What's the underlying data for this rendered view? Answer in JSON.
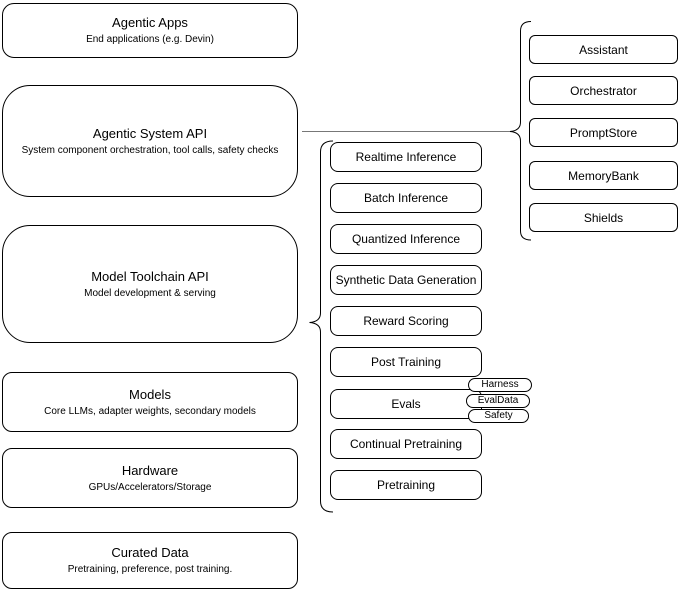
{
  "diagram": {
    "colors": {
      "stroke": "#000000",
      "connector": "#777777",
      "fill": "#ffffff"
    },
    "left_stack": [
      {
        "title": "Agentic Apps",
        "subtitle": "End applications (e.g. Devin)"
      },
      {
        "title": "Agentic System API",
        "subtitle": "System component orchestration, tool calls, safety checks"
      },
      {
        "title": "Model Toolchain API",
        "subtitle": "Model development & serving"
      },
      {
        "title": "Models",
        "subtitle": "Core LLMs, adapter weights, secondary models"
      },
      {
        "title": "Hardware",
        "subtitle": "GPUs/Accelerators/Storage"
      },
      {
        "title": "Curated Data",
        "subtitle": "Pretraining, preference, post training."
      }
    ],
    "toolchain_services": [
      "Realtime Inference",
      "Batch Inference",
      "Quantized Inference",
      "Synthetic Data Generation",
      "Reward Scoring",
      "Post Training",
      "Evals",
      "Continual Pretraining",
      "Pretraining"
    ],
    "evals_tags": [
      "Harness",
      "EvalData",
      "Safety"
    ],
    "system_components": [
      "Assistant",
      "Orchestrator",
      "PromptStore",
      "MemoryBank",
      "Shields"
    ]
  }
}
